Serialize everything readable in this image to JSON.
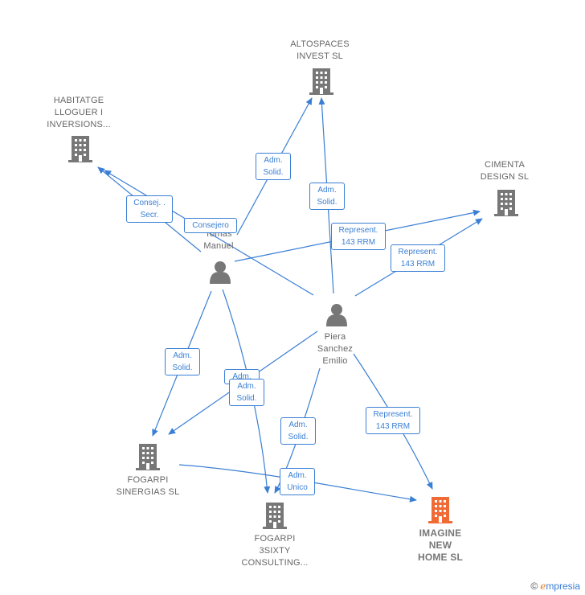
{
  "nodes": {
    "altospaces": "ALTOSPACES\nINVEST  SL",
    "habitatge": "HABITATGE\nLLOGUER I\nINVERSIONS...",
    "cimenta": "CIMENTA\nDESIGN  SL",
    "tomas": "Tomas\nManuel",
    "piera": "Piera\nSanchez\nEmilio",
    "fogarpi_sin": "FOGARPI\nSINERGIAS  SL",
    "fogarpi_3s": "FOGARPI\n3SIXTY\nCONSULTING...",
    "imagine": "IMAGINE\nNEW\nHOME  SL"
  },
  "edges": {
    "e1": "Adm.\nSolid.",
    "e2": "Adm.\nSolid.",
    "e3": "Consej. .\nSecr.",
    "e4": "Consejero",
    "e5": "Represent.\n143 RRM",
    "e6": "Represent.\n143 RRM",
    "e7": "Adm.\nSolid.",
    "e8": "Adm.",
    "e9": "Adm.\nSolid.",
    "e10": "Adm.\nSolid.",
    "e11": "Represent.\n143 RRM",
    "e12": "Adm.\nUnico"
  },
  "colors": {
    "edge": "#3a7fd5",
    "company": "#777777",
    "highlight": "#f06a35",
    "person": "#777777"
  },
  "footer": {
    "copyright": "©",
    "brand_first": "e",
    "brand_rest": "mpresia"
  }
}
